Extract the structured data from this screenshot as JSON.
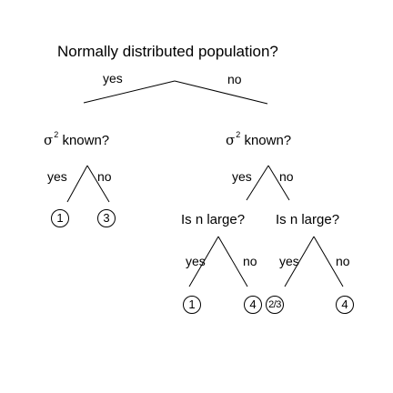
{
  "title": "Normally distributed population?",
  "branches": {
    "root_yes": "yes",
    "root_no": "no"
  },
  "left": {
    "sigma": "σ",
    "sup": "2",
    "question": "known?",
    "yes": "yes",
    "no": "no",
    "leaf_yes": "1",
    "leaf_no": "3"
  },
  "right": {
    "sigma": "σ",
    "sup": "2",
    "question": "known?",
    "yes": "yes",
    "no": "no"
  },
  "nlarge_left": {
    "question": "Is n large?",
    "yes": "yes",
    "no": "no",
    "leaf_yes": "1",
    "leaf_no": "4"
  },
  "nlarge_right": {
    "question": "Is n large?",
    "yes": "yes",
    "no": "no",
    "leaf_yes": "2/3",
    "leaf_no": "4"
  }
}
